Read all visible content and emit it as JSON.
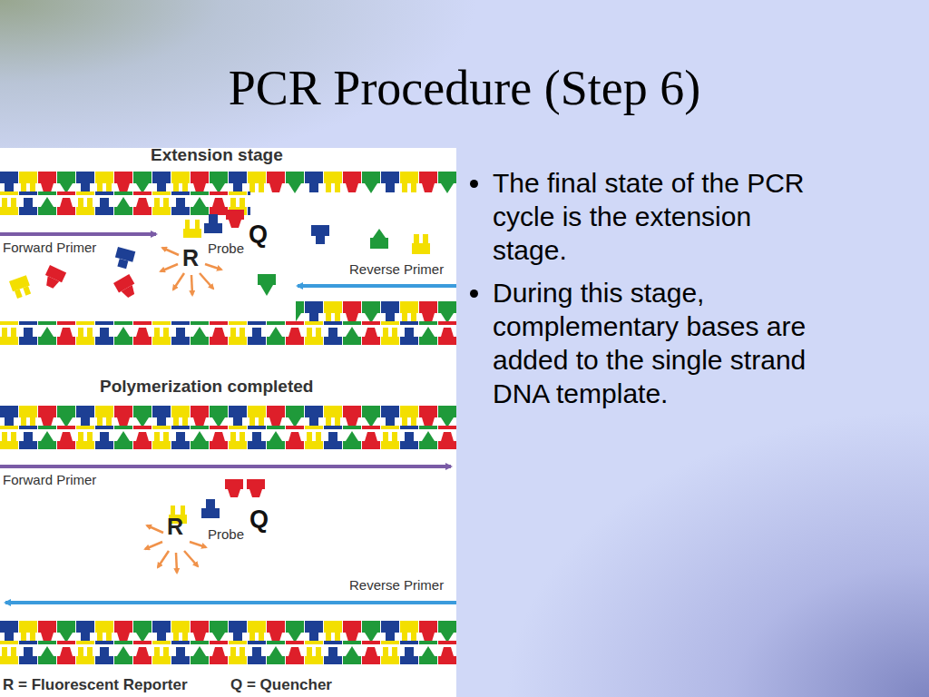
{
  "diagram": {
    "title": "PCR Procedure (Step 6)",
    "labels": [
      "Extension stage",
      "Forward Primer",
      "Probe",
      "Q",
      "R",
      "Reverse Primer",
      "Polymerization completed",
      "Forward Primer",
      "Q",
      "R",
      "Probe",
      "Reverse Primer",
      "The final state of the PCR cycle is the extension stage.",
      "During this stage, complementary bases are added to the single strand DNA template."
    ],
    "legend": [
      {
        "text": "R = Fluorescent Reporter"
      },
      {
        "text": "Q = Quencher"
      }
    ]
  }
}
